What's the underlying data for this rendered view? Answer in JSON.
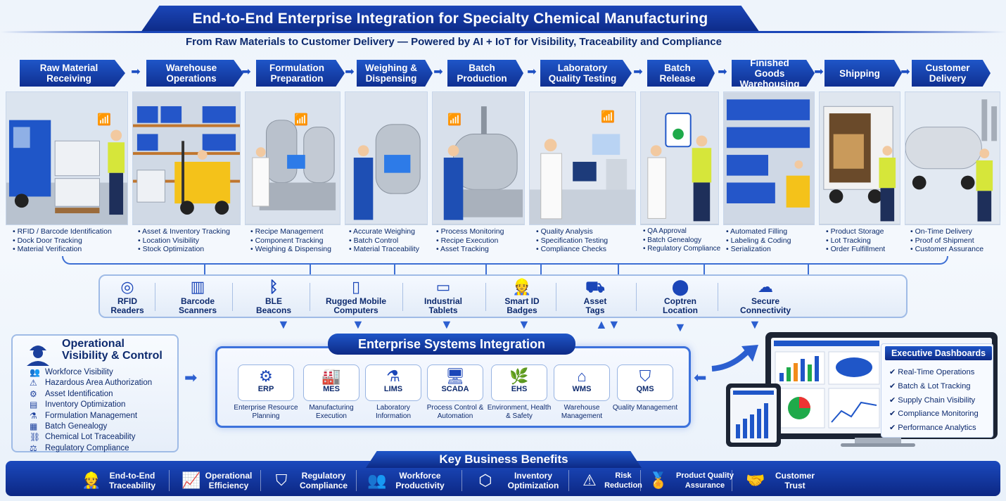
{
  "header": {
    "title": "End-to-End Enterprise Integration for Specialty Chemical Manufacturing",
    "subtitle": "From Raw Materials to Customer Delivery — Powered by AI + IoT for Visibility, Traceability and Compliance"
  },
  "stages": [
    {
      "label": "Raw Material Receiving",
      "bullets": [
        "RFID / Barcode Identification",
        "Dock Door Tracking",
        "Material Verification"
      ]
    },
    {
      "label": "Warehouse Operations",
      "bullets": [
        "Asset & Inventory Tracking",
        "Location Visibility",
        "Stock Optimization"
      ]
    },
    {
      "label": "Formulation Preparation",
      "bullets": [
        "Recipe Management",
        "Component Tracking",
        "Weighing & Dispensing"
      ]
    },
    {
      "label": "Weighing & Dispensing",
      "bullets": [
        "Accurate Weighing",
        "Batch Control",
        "Material Traceability"
      ]
    },
    {
      "label": "Batch Production",
      "bullets": [
        "Process Monitoring",
        "Recipe Execution",
        "Asset Tracking"
      ]
    },
    {
      "label": "Laboratory Quality Testing",
      "bullets": [
        "Quality Analysis",
        "Specification Testing",
        "Compliance Checks"
      ]
    },
    {
      "label": "Batch Release",
      "bullets": [
        "QA Approval",
        "Batch Genealogy",
        "Regulatory Compliance"
      ]
    },
    {
      "label": "Finished Goods Warehousing",
      "bullets": [
        "Automated Filling",
        "Labeling & Coding",
        "Serialization"
      ]
    },
    {
      "label": "Shipping",
      "bullets": [
        "Product Storage",
        "Lot Tracking",
        "Order Fulfillment"
      ]
    },
    {
      "label": "Customer Delivery",
      "bullets": [
        "On-Time Delivery",
        "Proof of Shipment",
        "Customer Assurance"
      ]
    }
  ],
  "devices": [
    {
      "label": "RFID Readers",
      "icon": "rfid-icon"
    },
    {
      "label": "Barcode Scanners",
      "icon": "barcode-icon"
    },
    {
      "label": "BLE Beacons",
      "icon": "bluetooth-icon"
    },
    {
      "label": "Rugged Mobile Computers",
      "icon": "mobile-icon"
    },
    {
      "label": "Industrial Tablets",
      "icon": "tablet-icon"
    },
    {
      "label": "Smart ID Badges",
      "icon": "badge-icon"
    },
    {
      "label": "Asset Tags",
      "icon": "forklift-icon"
    },
    {
      "label": "Coptren Location",
      "icon": "location-pin-icon"
    },
    {
      "label": "Secure Connectivity",
      "icon": "cloud-icon"
    }
  ],
  "operational": {
    "title": "Operational Visibility & Control",
    "items": [
      "Workforce Visibility",
      "Hazardous Area Authorization",
      "Asset Identification",
      "Inventory Optimization",
      "Formulation Management",
      "Batch Genealogy",
      "Chemical Lot Traceability",
      "Regulatory Compliance"
    ]
  },
  "systems": {
    "title": "Enterprise Systems Integration",
    "items": [
      {
        "name": "ERP",
        "desc": "Enterprise Resource Planning",
        "icon": "gear-icon"
      },
      {
        "name": "MES",
        "desc": "Manufacturing Execution",
        "icon": "factory-icon"
      },
      {
        "name": "LIMS",
        "desc": "Laboratory Information",
        "icon": "flask-icon"
      },
      {
        "name": "SCADA",
        "desc": "Process Control & Automation",
        "icon": "monitor-icon"
      },
      {
        "name": "EHS",
        "desc": "Environment, Health & Safety",
        "icon": "leaf-icon"
      },
      {
        "name": "WMS",
        "desc": "Warehouse Management",
        "icon": "warehouse-icon"
      },
      {
        "name": "QMS",
        "desc": "Quality Management",
        "icon": "shield-check-icon"
      }
    ]
  },
  "dashboards": {
    "title": "Executive Dashboards",
    "items": [
      "Real-Time Operations",
      "Batch & Lot Tracking",
      "Supply Chain Visibility",
      "Compliance Monitoring",
      "Performance Analytics"
    ]
  },
  "benefits": {
    "title": "Key Business Benefits",
    "items": [
      {
        "label": "End-to-End Traceability",
        "icon": "worker-icon"
      },
      {
        "label": "Operational Efficiency",
        "icon": "growth-chart-icon"
      },
      {
        "label": "Regulatory Compliance",
        "icon": "shield-check-icon"
      },
      {
        "label": "Workforce Productivity",
        "icon": "team-icon"
      },
      {
        "label": "Inventory Optimization",
        "icon": "box-icon"
      },
      {
        "label": "Risk Reduction",
        "icon": "warning-icon"
      },
      {
        "label": "Product Quality Assurance",
        "icon": "medal-icon"
      },
      {
        "label": "Customer Trust",
        "icon": "handshake-icon"
      }
    ]
  },
  "colors": {
    "primary": "#0d2a86",
    "accent": "#1f56c8",
    "text": "#0d2a6e",
    "light_bg": "#eef4fb"
  }
}
